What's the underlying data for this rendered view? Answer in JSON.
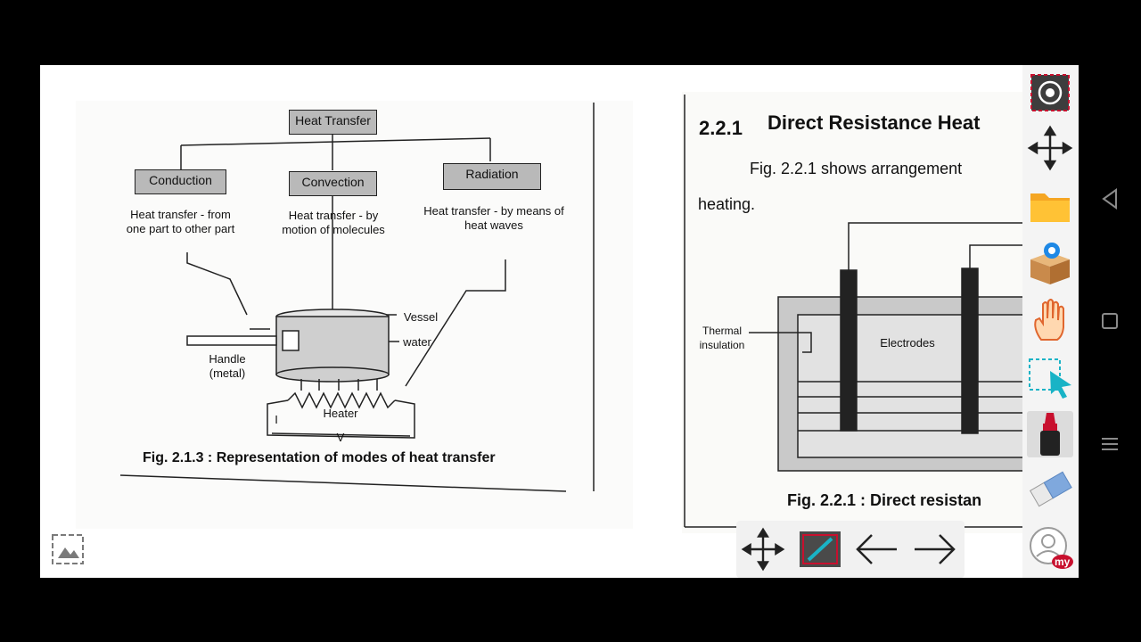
{
  "left_figure": {
    "heat_transfer": "Heat Transfer",
    "conduction": "Conduction",
    "convection": "Convection",
    "radiation": "Radiation",
    "conduction_desc": "Heat transfer - from one part to other part",
    "convection_desc": "Heat transfer - by motion of molecules",
    "radiation_desc": "Heat transfer - by means of heat waves",
    "vessel": "Vessel",
    "water": "water",
    "handle": "Handle (metal)",
    "heater": "Heater",
    "current": "I",
    "voltage": "V",
    "caption": "Fig. 2.1.3 : Representation of modes of heat transfer"
  },
  "right_page": {
    "heading_num": "2.2.1",
    "heading_text": "Direct Resistance Heat",
    "body_line1": "Fig.  2.2.1  shows  arrangement",
    "body_line2": "heating.",
    "thermal_insulation": "Thermal insulation",
    "electrodes": "Electrodes",
    "caption": "Fig. 2.2.1 : Direct resistan"
  },
  "toolbar": {
    "tools": [
      "camera-shutter-icon",
      "move-arrows-icon",
      "folder-icon",
      "package-icon",
      "hand-icon",
      "select-cursor-icon",
      "marker-icon",
      "eraser-icon",
      "profile-my-icon"
    ],
    "badge": "my"
  },
  "bottom_bar": {
    "tools": [
      "move-arrows-icon",
      "pen-edit-icon",
      "arrow-left-icon",
      "arrow-right-icon"
    ]
  },
  "colors": {
    "accent_red": "#c8102e",
    "folder_orange": "#f5a623",
    "cursor_teal": "#19b3c6"
  }
}
